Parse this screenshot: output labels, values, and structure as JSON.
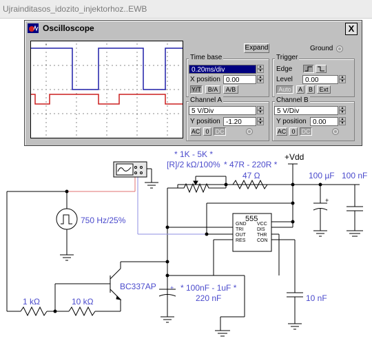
{
  "window": {
    "title": "Ujrainditasos_idozito_injektorhoz..EWB"
  },
  "oscilloscope": {
    "title": "Oscilloscope",
    "close_label": "X",
    "expand_label": "Expand",
    "ground_label": "Ground",
    "timebase": {
      "title": "Time base",
      "value": "0.20ms/div",
      "xpos_label": "X position",
      "xpos_value": "0.00",
      "modes": [
        "Y/T",
        "B/A",
        "A/B"
      ],
      "active_mode": "Y/T"
    },
    "trigger": {
      "title": "Trigger",
      "edge_label": "Edge",
      "level_label": "Level",
      "level_value": "0.00",
      "buttons": [
        "Auto",
        "A",
        "B",
        "Ext"
      ]
    },
    "channel_a": {
      "title": "Channel A",
      "value": "5 V/Div",
      "ypos_label": "Y position",
      "ypos_value": "-1.20",
      "coupling": [
        "AC",
        "0",
        "DC"
      ],
      "trace_color": "#1f1fa8"
    },
    "channel_b": {
      "title": "Channel B",
      "value": "5 V/Div",
      "ypos_label": "Y position",
      "ypos_value": "0.00",
      "coupling": [
        "AC",
        "0",
        "DC"
      ],
      "trace_color": "#cc1f1f"
    }
  },
  "circuit": {
    "labels": {
      "pot_range": "* 1K - 5K *",
      "pot": "[R]/2 kΩ/100%",
      "res_range": "* 47R - 220R *",
      "res_47": "47 Ω",
      "vdd": "+Vdd",
      "cap_100uf": "100 µF",
      "cap_100nf": "100 nF",
      "source": "750 Hz/25%",
      "ic": "555",
      "transistor": "BC337AP",
      "cap_range": "* 100nF - 1uF *",
      "cap_220nf": "220 nF",
      "r1k": "1 kΩ",
      "r10k": "10 kΩ",
      "cap_10nf": "10 nF"
    },
    "ic_pins_left": [
      "GND",
      "TRI",
      "OUT",
      "RES"
    ],
    "ic_pins_right": [
      "VCC",
      "DIS",
      "THR",
      "CON"
    ]
  }
}
